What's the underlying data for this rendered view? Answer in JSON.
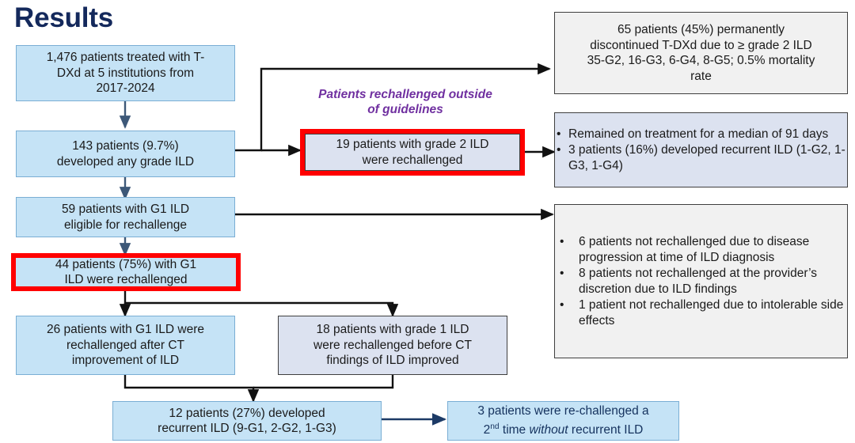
{
  "title": "Results",
  "callout": {
    "line1": "Patients rechallenged outside",
    "line2": "of guidelines",
    "color": "#7030a0"
  },
  "colors": {
    "blue_fill": "#c5e3f6",
    "blue_border": "#7aaed4",
    "lavender_fill": "#dce2f0",
    "gray_fill": "#f1f1f1",
    "dark_border": "#3f3f3f",
    "highlight": "#ff0000",
    "title_navy": "#14295c",
    "arrow": "#000000"
  },
  "nodes": {
    "cohort": {
      "line1": "1,476 patients treated with T-",
      "line2": "DXd at 5 institutions from",
      "line3": "2017-2024"
    },
    "any_grade_ild": {
      "line1": "143 patients (9.7%)",
      "line2": "developed any grade ILD"
    },
    "g1_eligible": {
      "line1": "59 patients with G1 ILD",
      "line2": "eligible for rechallenge"
    },
    "g1_rechallenged": {
      "line1": "44 patients (75%) with G1",
      "line2": "ILD were rechallenged"
    },
    "g2_rechallenged": {
      "line1": "19 patients with grade 2 ILD",
      "line2": "were rechallenged"
    },
    "after_ct": {
      "line1": "26 patients with G1 ILD were",
      "line2": "rechallenged after CT",
      "line3": "improvement of ILD"
    },
    "before_ct": {
      "line1": "18 patients with grade 1 ILD",
      "line2": "were rechallenged before CT",
      "line3": "findings of ILD improved"
    },
    "recurrent": {
      "line1": "12 patients (27%) developed",
      "line2": "recurrent ILD (9-G1, 2-G2, 1-G3)"
    },
    "second_rechallenge": {
      "line1_a": "3 patients were re-challenged a",
      "line2_pre": "2",
      "line2_sup": "nd",
      "line2_mid": " time ",
      "line2_em": "without",
      "line2_post": " recurrent ILD"
    },
    "discontinued": {
      "line1": "65 patients (45%) permanently",
      "line2": "discontinued T-DXd due to ≥ grade 2 ILD",
      "line3": "35-G2, 16-G3, 6-G4, 8-G5; 0.5% mortality",
      "line4": "rate"
    },
    "g2_outcomes": {
      "bullets": [
        "Remained on treatment for a median of 91 days",
        "3 patients (16%) developed recurrent ILD (1-G2, 1-G3, 1-G4)"
      ]
    },
    "not_rechallenged": {
      "bullets": [
        "6 patients not rechallenged due to disease progression at time of ILD diagnosis",
        "8 patients not rechallenged at the provider’s discretion due to ILD findings",
        "1 patient not rechallenged due to intolerable side effects"
      ]
    }
  }
}
